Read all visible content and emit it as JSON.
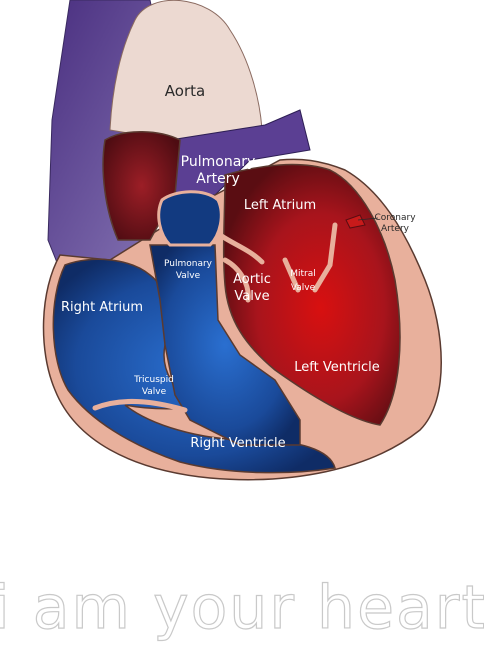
{
  "labels": {
    "aorta": "Aorta",
    "pulmonary_artery_1": "Pulmonary",
    "pulmonary_artery_2": "Artery",
    "left_atrium": "Left Atrium",
    "coronary_artery_1": "Coronary",
    "coronary_artery_2": "Artery",
    "pulmonary_valve_1": "Pulmonary",
    "pulmonary_valve_2": "Valve",
    "aortic_valve_1": "Aortic",
    "aortic_valve_2": "Valve",
    "mitral_valve_1": "Mitral",
    "mitral_valve_2": "Valve",
    "right_atrium": "Right Atrium",
    "tricuspid_valve_1": "Tricuspid",
    "tricuspid_valve_2": "Valve",
    "left_ventricle": "Left Ventricle",
    "right_ventricle": "Right Ventricle"
  },
  "caption": "i am your heart",
  "colors": {
    "tissue": "#e8b09c",
    "tissue_outline": "#5a3a30",
    "oxygenated": "#c81a1a",
    "deoxygenated": "#1f4e9c",
    "vena_cava": "#5b3f93",
    "aorta": "#ecd9d1"
  }
}
